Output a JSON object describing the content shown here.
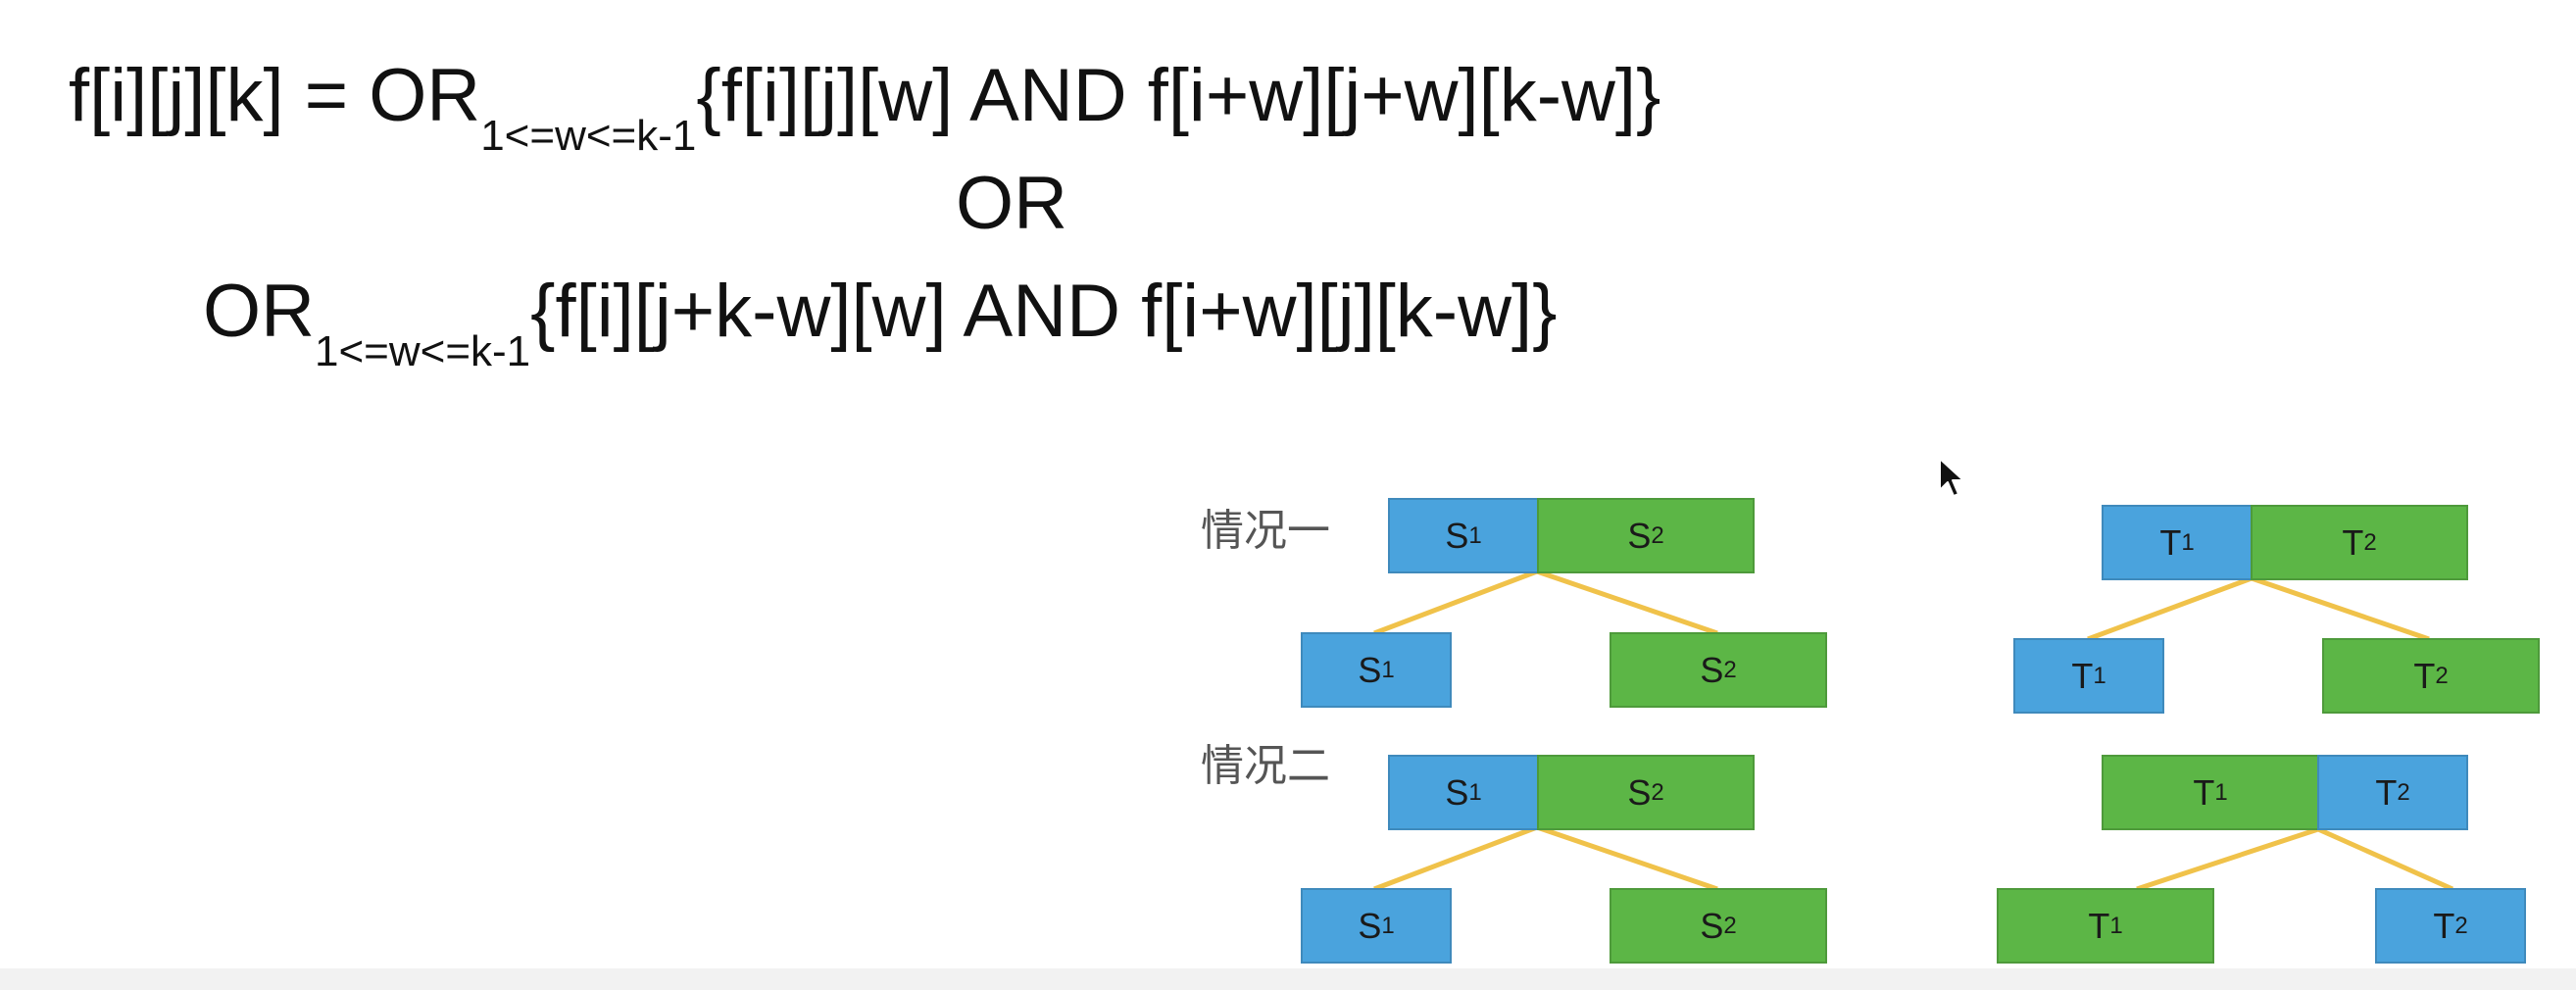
{
  "formula": {
    "line1": {
      "lhs": "f[i][j][k] = OR",
      "sub": "1<=w<=k-1",
      "rhs": "{f[i][j][w] AND f[i+w][j+w][k-w]}"
    },
    "line2": {
      "text": "OR"
    },
    "line3": {
      "lhs": "OR",
      "sub": "1<=w<=k-1",
      "rhs": "{f[i][j+k-w][w] AND f[i+w][j][k-w]}"
    }
  },
  "cases": [
    {
      "label": "情况一"
    },
    {
      "label": "情况二"
    }
  ],
  "nodes": {
    "S": "S",
    "T": "T",
    "one": "1",
    "two": "2"
  },
  "colors": {
    "blue": "#4aa3dd",
    "green": "#5cb646",
    "connector": "#f0c24a"
  }
}
